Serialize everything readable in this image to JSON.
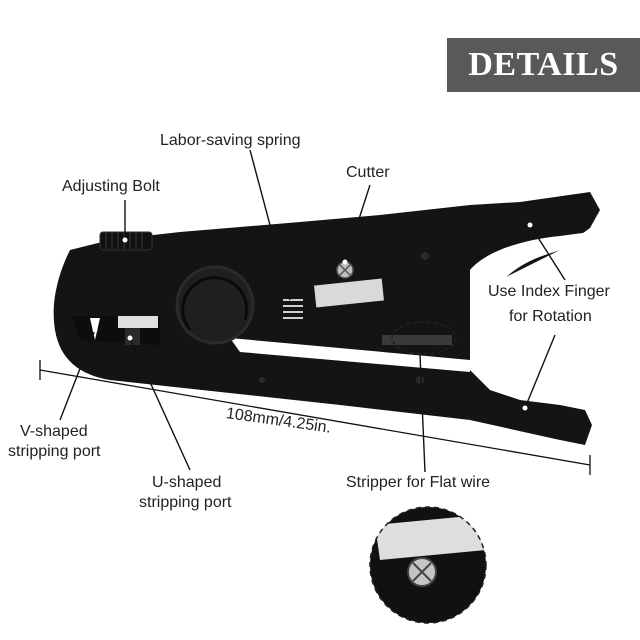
{
  "banner": {
    "title": "DETAILS"
  },
  "labels": {
    "adjusting_bolt": "Adjusting Bolt",
    "labor_saving_spring": "Labor-saving spring",
    "cutter": "Cutter",
    "index_finger_line1": "Use Index Finger",
    "index_finger_line2": "for Rotation",
    "dimension": "108mm/4.25in.",
    "v_port_line1": "V-shaped",
    "v_port_line2": "stripping port",
    "u_port_line1": "U-shaped",
    "u_port_line2": "stripping port",
    "flat_wire": "Stripper for Flat wire"
  },
  "colors": {
    "banner": "#595959",
    "tool": "#141414",
    "blade": "#d9d9d9"
  }
}
